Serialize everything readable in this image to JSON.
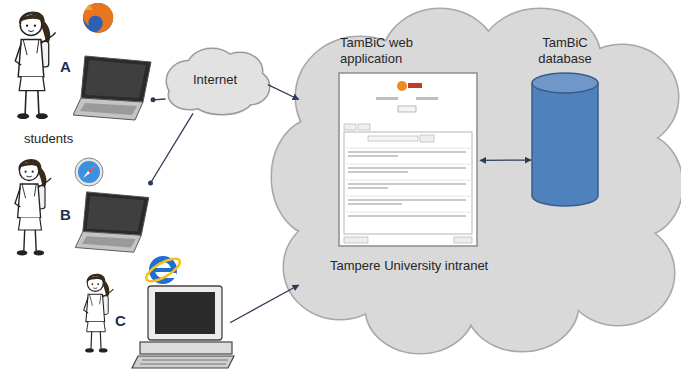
{
  "diagram": {
    "nodes": [
      {
        "text": [
          "A"
        ]
      },
      {
        "text": [
          "Internet"
        ]
      },
      {
        "text": [
          "B"
        ]
      },
      {
        "text": [
          "C"
        ]
      },
      {
        "text": [
          "Tampere University intranet"
        ]
      },
      {
        "text": [
          "TamBiC web application"
        ],
        "in": 4
      },
      {
        "text": [
          "TamBiC database"
        ],
        "in": 4
      }
    ],
    "edges": [
      {
        "from": 0,
        "to": 1,
        "arrow": "none"
      },
      {
        "from": 2,
        "to": 1,
        "arrow": "none"
      },
      {
        "from": 1,
        "to": 4,
        "arrow": "to"
      },
      {
        "from": 3,
        "to": 4,
        "arrow": "to"
      },
      {
        "from": 5,
        "to": 6,
        "arrow": "both"
      }
    ],
    "labels": [
      "students"
    ]
  }
}
